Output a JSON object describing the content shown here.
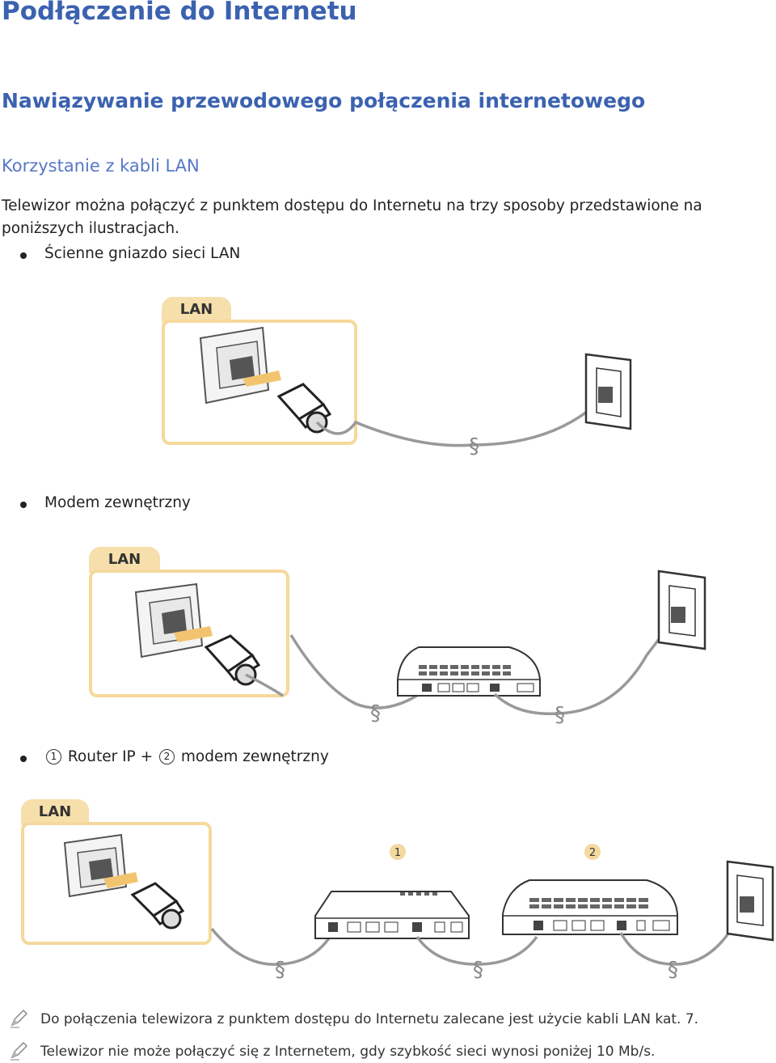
{
  "title": "Podłączenie do Internetu",
  "section_title": "Nawiązywanie przewodowego połączenia internetowego",
  "subsection_title": "Korzystanie z kabli LAN",
  "intro": "Telewizor można połączyć z punktem dostępu do Internetu na trzy sposoby przedstawione na poniższych ilustracjach.",
  "methods": [
    {
      "label": "Ścienne gniazdo sieci LAN",
      "port_label": "LAN"
    },
    {
      "label": "Modem zewnętrzny",
      "port_label": "LAN"
    },
    {
      "num1": "1",
      "label_a": "Router IP +",
      "num2": "2",
      "label_b": "modem zewnętrzny",
      "port_label": "LAN",
      "device_numbers": [
        "1",
        "2"
      ]
    }
  ],
  "notes": [
    {
      "icon": "pencil-icon",
      "text": "Do połączenia telewizora z punktem dostępu do Internetu zalecane jest użycie kabli LAN kat. 7."
    },
    {
      "icon": "pencil-icon",
      "text": "Telewizor nie może połączyć się z Internetem, gdy szybkość sieci wynosi poniżej 10 Mb/s."
    }
  ],
  "colors": {
    "heading": "#3b62b0",
    "subheading": "#5677c6",
    "lan_frame": "#f5d99c",
    "lan_tab": "#f6dfab"
  }
}
